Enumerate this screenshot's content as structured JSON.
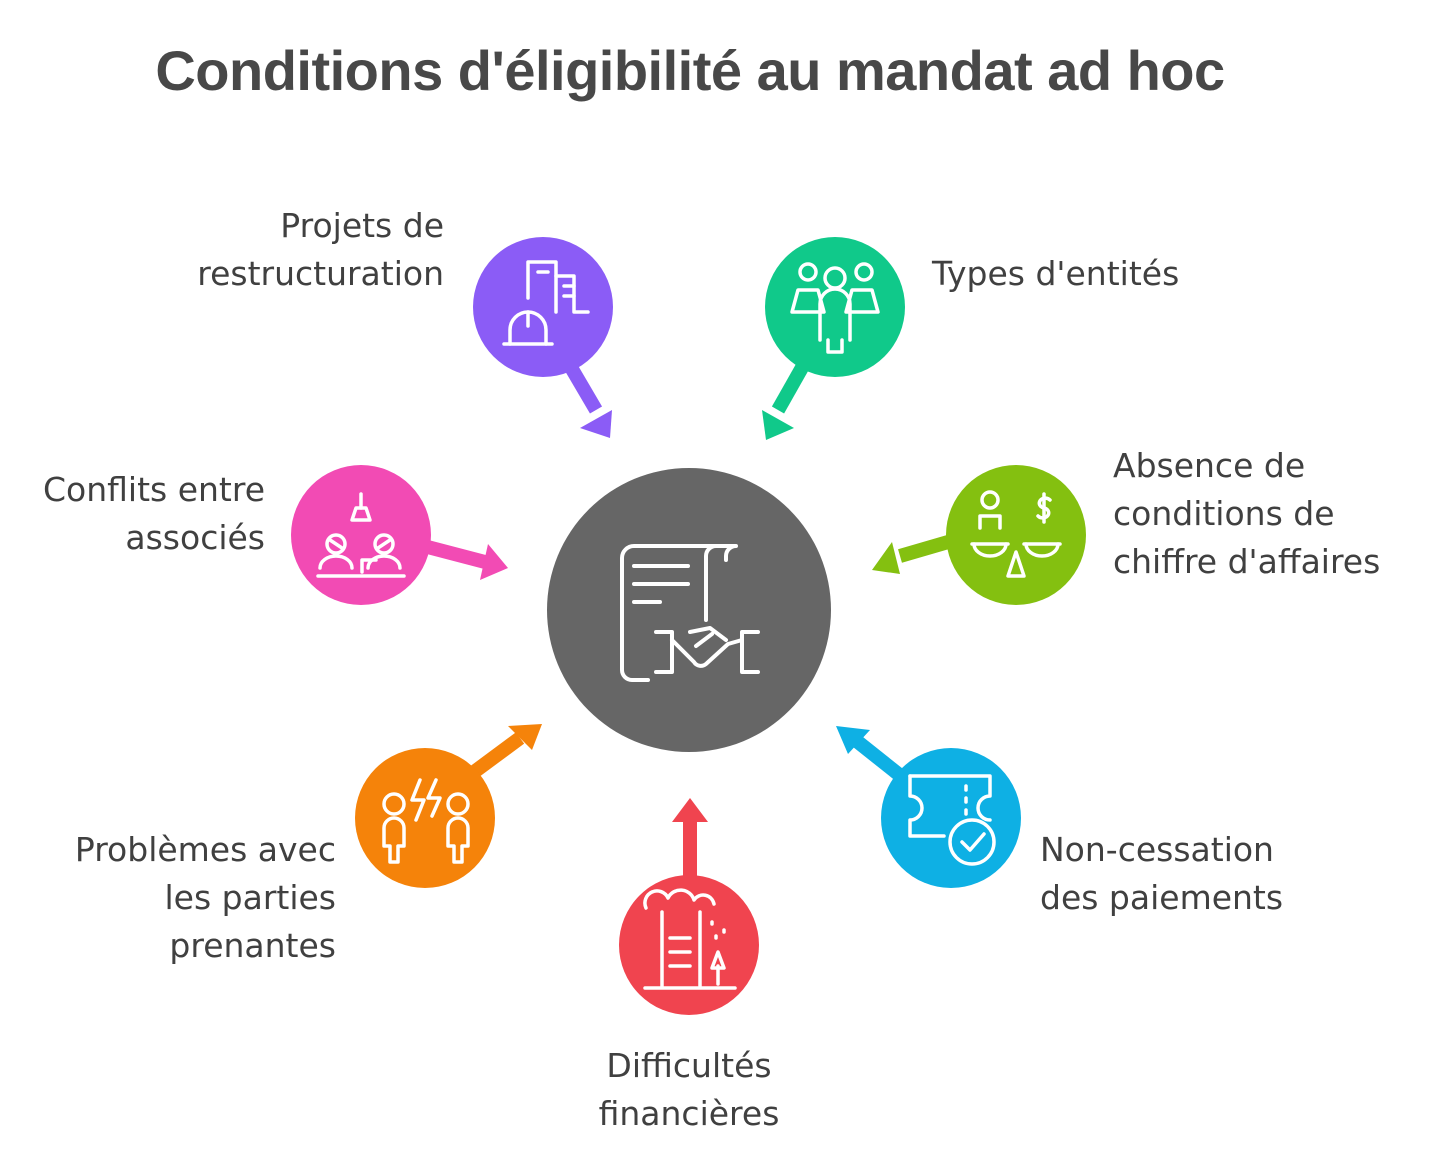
{
  "title": "Conditions d'éligibilité au mandat ad hoc",
  "center": {
    "icon": "contract-handshake-icon",
    "color": "#666666"
  },
  "nodes": [
    {
      "id": "restructuring",
      "label": "Projets de\nrestructuration",
      "color": "#8B5CF6",
      "icon": "buildings-hardhat-icon"
    },
    {
      "id": "entities",
      "label": "Types d'entités",
      "color": "#10C98A",
      "icon": "people-group-icon"
    },
    {
      "id": "turnover",
      "label": "Absence de\nconditions de\nchiffre d'affaires",
      "color": "#84C010",
      "icon": "person-scale-dollar-icon"
    },
    {
      "id": "payments",
      "label": "Non-cessation\ndes paiements",
      "color": "#0EB0E4",
      "icon": "ticket-check-icon"
    },
    {
      "id": "financial",
      "label": "Difficultés\nfinancières",
      "color": "#F0444F",
      "icon": "building-storm-icon"
    },
    {
      "id": "stakeholders",
      "label": "Problèmes avec\nles parties\nprenantes",
      "color": "#F5830A",
      "icon": "people-conflict-icon"
    },
    {
      "id": "partners",
      "label": "Conflits entre\nassociés",
      "color": "#F24BB4",
      "icon": "meeting-desk-icon"
    }
  ]
}
